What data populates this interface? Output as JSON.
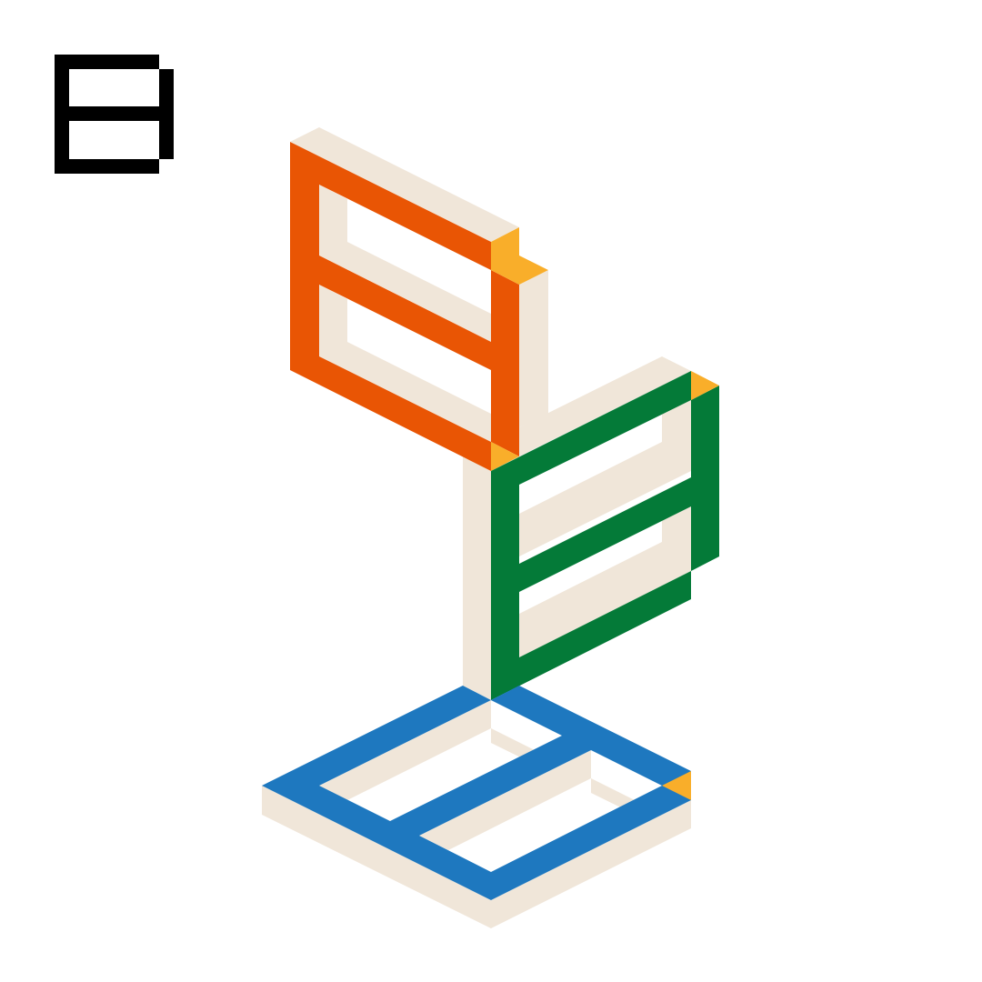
{
  "artwork": {
    "corner_glyph": {
      "icon": "pixel-letter-b-icon",
      "color": "#000000"
    },
    "colors": {
      "background": "#ffffff",
      "shadow": "#f0e6d9",
      "orange": "#e95504",
      "amber": "#f9ae2a",
      "green": "#047a38",
      "blue": "#1e78bf"
    },
    "layers": [
      {
        "name": "orange-letter-b",
        "icon": "isometric-letter-b-icon",
        "color": "#e95504"
      },
      {
        "name": "green-letter-b",
        "icon": "isometric-letter-b-icon",
        "color": "#047a38"
      },
      {
        "name": "blue-letter-b",
        "icon": "isometric-letter-b-icon",
        "color": "#1e78bf"
      }
    ]
  }
}
